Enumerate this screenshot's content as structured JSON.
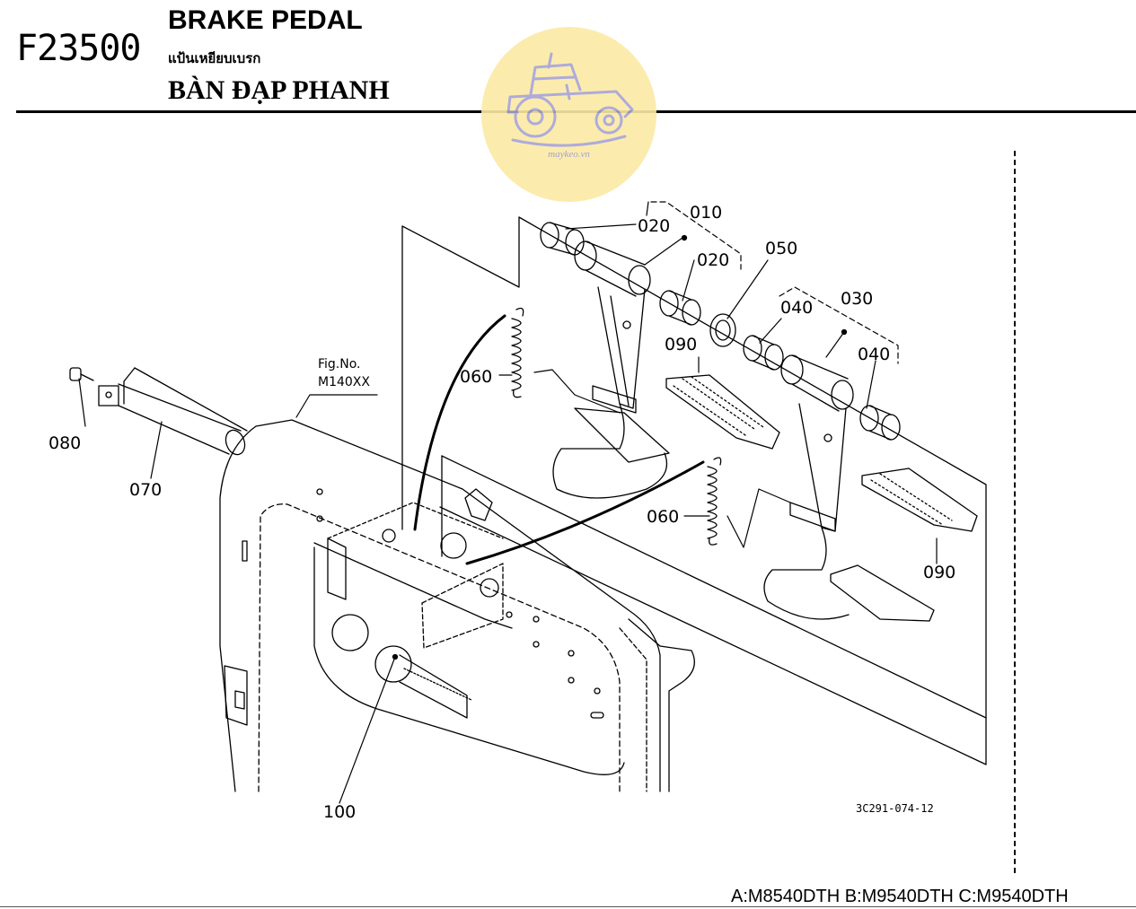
{
  "header": {
    "page_code": "F23500",
    "title_en": "BRAKE PEDAL",
    "title_th": "แป้นเหยียบเบรก",
    "title_vi": "BÀN ĐẠP PHANH"
  },
  "watermark": {
    "text": "maykeo.vn",
    "icon": "tractor-icon"
  },
  "fig_ref": {
    "line1": "Fig.No.",
    "line2": "M140XX"
  },
  "part_labels": {
    "p010": "010",
    "p020a": "020",
    "p020b": "020",
    "p030": "030",
    "p040a": "040",
    "p040b": "040",
    "p050": "050",
    "p060a": "060",
    "p060b": "060",
    "p070": "070",
    "p080": "080",
    "p090a": "090",
    "p090b": "090",
    "p100": "100"
  },
  "drawing_number": "3C291-074-12",
  "models": "A:M8540DTH B:M9540DTH C:M9540DTH"
}
